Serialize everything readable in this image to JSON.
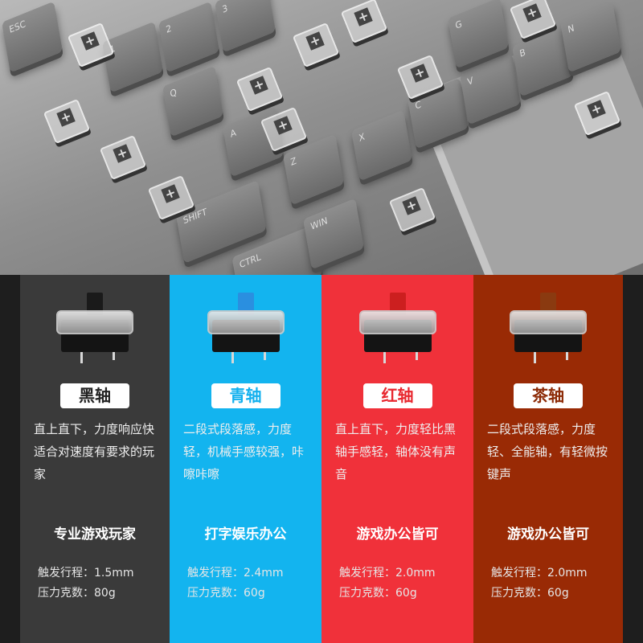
{
  "keyboard_photo": {
    "key_legends": [
      "ESC",
      "1",
      "2",
      "3",
      "Q",
      "A",
      "Z",
      "X",
      "C",
      "V",
      "G",
      "B",
      "N",
      "SHIFT",
      "CTRL",
      "WIN"
    ]
  },
  "switches": [
    {
      "name": "黑轴",
      "stem_color": "#1a1a1a",
      "panel_color": "#3a3a3a",
      "tag_text_color": "#222222",
      "description": "直上直下，力度响应快适合对速度有要求的玩家",
      "use_case": "专业游戏玩家",
      "travel_label": "触发行程：",
      "travel": "1.5mm",
      "force_label": "压力克数：",
      "force": "80g"
    },
    {
      "name": "青轴",
      "stem_color": "#2a8fe0",
      "panel_color": "#13b4ef",
      "tag_text_color": "#12b0ee",
      "description": "二段式段落感，力度轻，机械手感较强，咔嚓咔嚓",
      "use_case": "打字娱乐办公",
      "travel_label": "触发行程：",
      "travel": "2.4mm",
      "force_label": "压力克数：",
      "force": "60g"
    },
    {
      "name": "红轴",
      "stem_color": "#cc1f1f",
      "panel_color": "#f0313a",
      "tag_text_color": "#e8262e",
      "description": "直上直下，力度轻比黑轴手感轻，轴体没有声音",
      "use_case": "游戏办公皆可",
      "travel_label": "触发行程：",
      "travel": "2.0mm",
      "force_label": "压力克数：",
      "force": "60g"
    },
    {
      "name": "茶轴",
      "stem_color": "#8a3a10",
      "panel_color": "#992a05",
      "tag_text_color": "#8c2a06",
      "description": "二段式段落感，力度轻、全能轴，有轻微按键声",
      "use_case": "游戏办公皆可",
      "travel_label": "触发行程：",
      "travel": "2.0mm",
      "force_label": "压力克数：",
      "force": "60g"
    }
  ]
}
